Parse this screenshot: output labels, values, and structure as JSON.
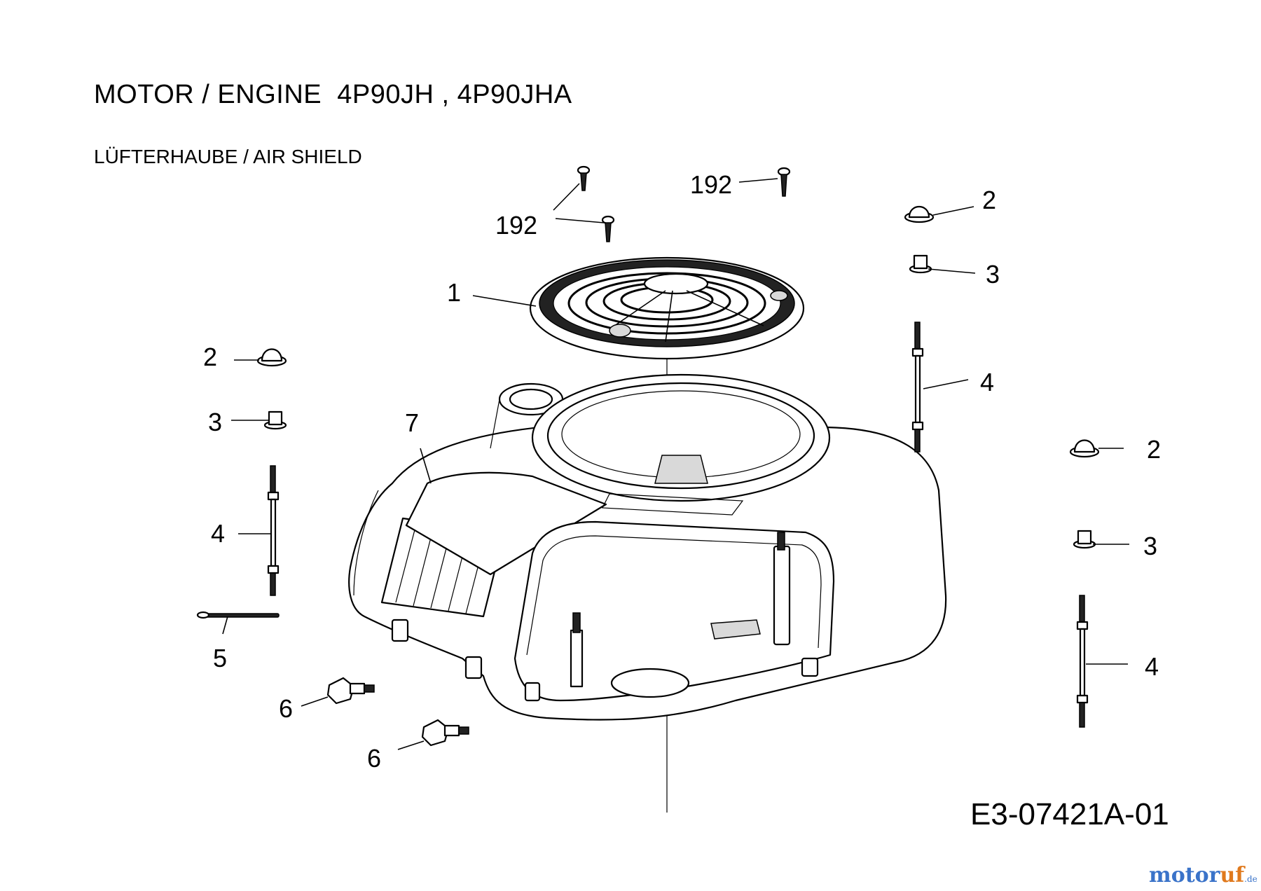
{
  "header": {
    "title": "MOTOR / ENGINE  4P90JH , 4P90JHA",
    "subtitle": "LÜFTERHAUBE / AIR SHIELD"
  },
  "drawing_code": "E3-07421A-01",
  "watermark": {
    "part1": "motor",
    "part2": "uf",
    "part3": ".de"
  },
  "callouts": [
    {
      "id": "c-192-a",
      "text": "192"
    },
    {
      "id": "c-192-b",
      "text": "192"
    },
    {
      "id": "c-1",
      "text": "1"
    },
    {
      "id": "c-2-right-top",
      "text": "2"
    },
    {
      "id": "c-3-right-top",
      "text": "3"
    },
    {
      "id": "c-4-right-top",
      "text": "4"
    },
    {
      "id": "c-2-left",
      "text": "2"
    },
    {
      "id": "c-3-left",
      "text": "3"
    },
    {
      "id": "c-4-left",
      "text": "4"
    },
    {
      "id": "c-5",
      "text": "5"
    },
    {
      "id": "c-6-a",
      "text": "6"
    },
    {
      "id": "c-6-b",
      "text": "6"
    },
    {
      "id": "c-7",
      "text": "7"
    },
    {
      "id": "c-2-right",
      "text": "2"
    },
    {
      "id": "c-3-right",
      "text": "3"
    },
    {
      "id": "c-4-right",
      "text": "4"
    }
  ]
}
